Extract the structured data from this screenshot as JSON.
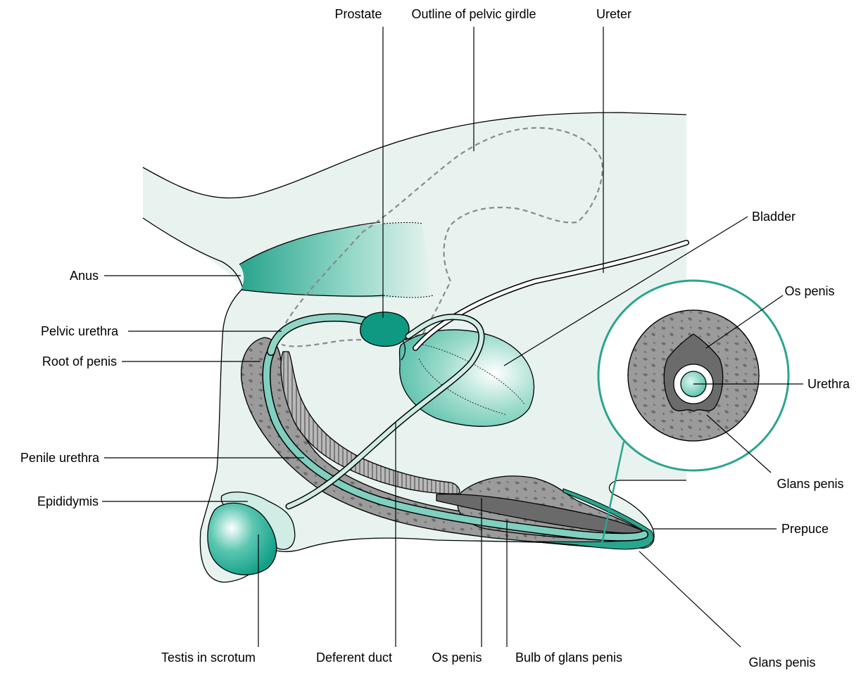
{
  "labels": {
    "prostate": "Prostate",
    "pelvic_girdle_outline": "Outline of pelvic girdle",
    "ureter": "Ureter",
    "bladder": "Bladder",
    "anus": "Anus",
    "pelvic_urethra": "Pelvic urethra",
    "root_of_penis": "Root of penis",
    "penile_urethra": "Penile urethra",
    "epididymis": "Epididymis",
    "testis_in_scrotum": "Testis in scrotum",
    "deferent_duct": "Deferent duct",
    "os_penis_bottom": "Os penis",
    "bulb_of_glans_penis": "Bulb of glans penis",
    "glans_penis_bottom": "Glans penis",
    "prepuce": "Prepuce",
    "os_penis_inset": "Os penis",
    "urethra_inset": "Urethra",
    "glans_penis_inset": "Glans penis"
  },
  "colors": {
    "body_fill": "#e8f3ef",
    "teal": "#2aa58f",
    "teal_light": "#8fd6c6",
    "teal_dark": "#0e9a82",
    "gray_tissue": "#9a9a9a",
    "gray_dark": "#6b6b6b",
    "inset_ring": "#2aa58f"
  }
}
